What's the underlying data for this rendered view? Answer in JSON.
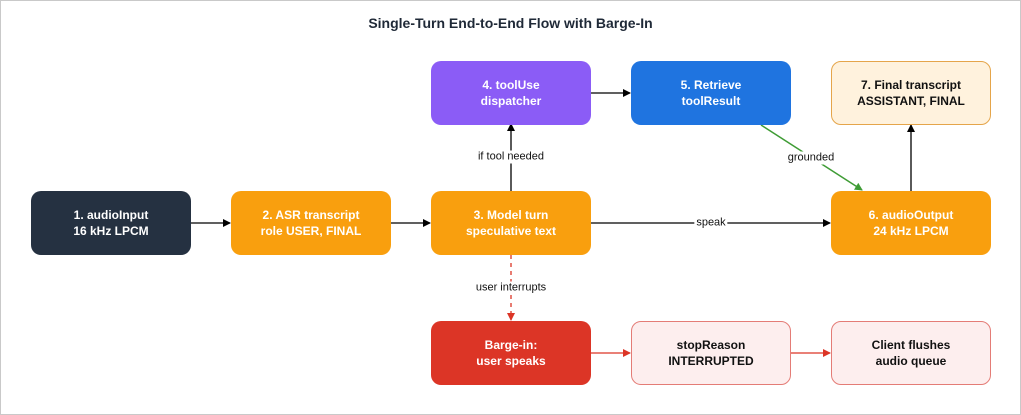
{
  "title": "Single-Turn End-to-End Flow with Barge-In",
  "colors": {
    "dark": "#253141",
    "orange": "#f99f0e",
    "purple": "#8b5cf6",
    "blue": "#1f74e0",
    "red": "#dc3526",
    "pale_red_fill": "#fdeeee",
    "pale_red_border": "#e47c76",
    "cream_fill": "#fff2dd",
    "cream_border": "#e5a54a",
    "green_arrow": "#3f9c35"
  },
  "nodes": {
    "audio_input": {
      "line1": "1. audioInput",
      "line2": "16 kHz LPCM"
    },
    "asr_transcript": {
      "line1": "2. ASR transcript",
      "line2": "role USER, FINAL"
    },
    "model_turn": {
      "line1": "3. Model turn",
      "line2": "speculative text"
    },
    "tool_use": {
      "line1": "4. toolUse",
      "line2": "dispatcher"
    },
    "retrieve": {
      "line1": "5. Retrieve",
      "line2": "toolResult"
    },
    "audio_output": {
      "line1": "6. audioOutput",
      "line2": "24 kHz LPCM"
    },
    "final_transcript": {
      "line1": "7. Final transcript",
      "line2": "ASSISTANT, FINAL"
    },
    "barge_in": {
      "line1": "Barge-in:",
      "line2": "user speaks"
    },
    "stop_reason": {
      "line1": "stopReason",
      "line2": "INTERRUPTED"
    },
    "client_flush": {
      "line1": "Client flushes",
      "line2": "audio queue"
    }
  },
  "edge_labels": {
    "if_tool_needed": "if tool needed",
    "grounded": "grounded",
    "speak": "speak",
    "user_interrupts": "user interrupts"
  }
}
